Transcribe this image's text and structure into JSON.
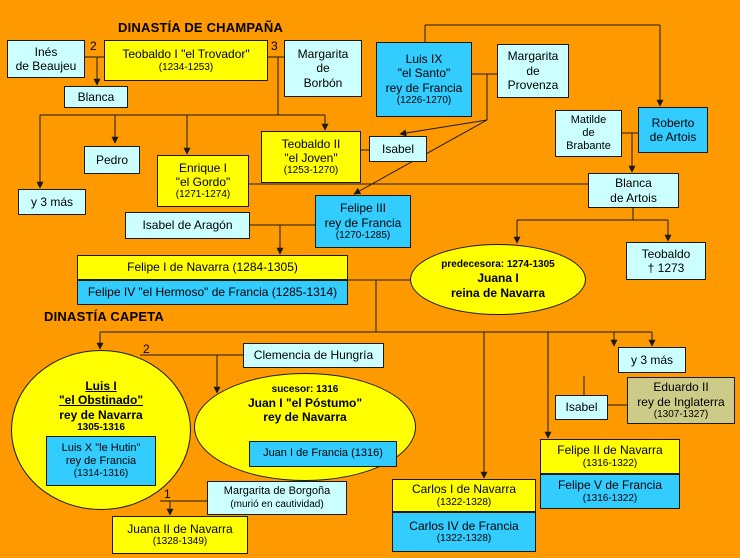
{
  "headings": {
    "champagne": "DINASTÍA DE CHAMPAÑA",
    "capet": "DINASTÍA CAPETA"
  },
  "marriage_numbers": {
    "teobaldo_ines": "2",
    "teobaldo_margarita": "3",
    "luis_clemencia": "2",
    "luis_margarita": "1"
  },
  "persons": {
    "ines": {
      "line1": "Inés",
      "line2": "de Beaujeu"
    },
    "teobaldo1": {
      "name": "Teobaldo I \"el Trovador\"",
      "dates": "(1234-1253)"
    },
    "margarita_borbon": {
      "line1": "Margarita",
      "line2": "de",
      "line3": "Borbón"
    },
    "luis9": {
      "line1": "Luis IX",
      "line2": "\"el Santo\"",
      "line3": "rey de Francia",
      "dates": "(1226-1270)"
    },
    "margarita_provenza": {
      "line1": "Margarita",
      "line2": "de",
      "line3": "Provenza"
    },
    "blanca": {
      "name": "Blanca"
    },
    "pedro": {
      "name": "Pedro"
    },
    "teobaldo2": {
      "line1": "Teobaldo II",
      "line2": "\"el Joven\"",
      "dates": "(1253-1270)"
    },
    "isabel_top": {
      "name": "Isabel"
    },
    "matilde": {
      "line1": "Matilde",
      "line2": "de",
      "line3": "Brabante"
    },
    "roberto": {
      "line1": "Roberto",
      "line2": "de Artois"
    },
    "enrique1": {
      "line1": "Enrique I",
      "line2": "\"el Gordo\"",
      "dates": "(1271-1274)"
    },
    "y3mas_left": {
      "name": "y 3 más"
    },
    "blanca_artois": {
      "line1": "Blanca",
      "line2": "de Artois"
    },
    "isabel_aragon": {
      "name": "Isabel de Aragón"
    },
    "felipe3": {
      "line1": "Felipe III",
      "line2": "rey de Francia",
      "dates": "(1270-1285)"
    },
    "teobaldo_artois": {
      "line1": "Teobaldo",
      "line2": "† 1273"
    },
    "felipe1_navarra": {
      "name": "Felipe I de Navarra (1284-1305)"
    },
    "felipe4_francia": {
      "name": "Felipe IV \"el Hermoso\" de Francia (1285-1314)"
    },
    "juana1": {
      "line1": "predecesora: 1274-1305",
      "line2": "Juana I",
      "line3": "reina de Navarra"
    },
    "clemencia": {
      "name": "Clemencia de Hungría"
    },
    "y3mas_right": {
      "name": "y 3 más"
    },
    "luis1": {
      "line1": "Luis I",
      "line2": "\"el Obstinado\"",
      "line3": "rey de Navarra",
      "dates": "1305-1316"
    },
    "luis10": {
      "line1": "Luis X \"le Hutin\"",
      "line2": "rey de Francia",
      "dates": "(1314-1316)"
    },
    "juan1": {
      "line1": "sucesor: 1316",
      "line2": "Juan I \"el Póstumo\"",
      "line3": "rey de Navarra"
    },
    "juan1_francia": {
      "name": "Juan I de Francia (1316)"
    },
    "isabel_bottom": {
      "name": "Isabel"
    },
    "eduardo2": {
      "line1": "Eduardo II",
      "line2": "rey de Inglaterra",
      "dates": "(1307-1327)"
    },
    "felipe2_navarra": {
      "name": "Felipe II de Navarra",
      "dates": "(1316-1322)"
    },
    "felipe5_francia": {
      "name": "Felipe V de Francia",
      "dates": "(1316-1322)"
    },
    "margarita_borgona": {
      "line1": "Margarita de Borgoña",
      "line2": "(murió en cautividad)"
    },
    "carlos1_navarra": {
      "name": "Carlos I de Navarra",
      "dates": "(1322-1328)"
    },
    "carlos4_francia": {
      "name": "Carlos IV de Francia",
      "dates": "(1322-1328)"
    },
    "juana2": {
      "name": "Juana II de Navarra",
      "dates": "(1328-1349)"
    }
  }
}
